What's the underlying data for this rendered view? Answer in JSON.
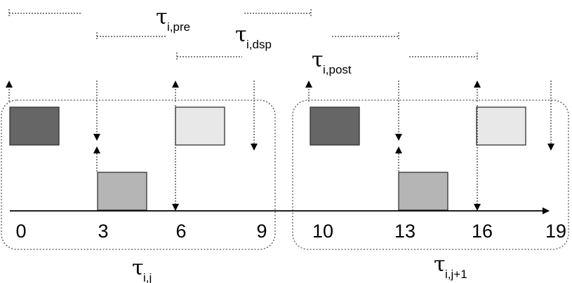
{
  "timeline": {
    "ticks": [
      "0",
      "3",
      "6",
      "9",
      "10",
      "13",
      "16",
      "19"
    ]
  },
  "labels": {
    "tau_pre": {
      "symbol": "τ",
      "sub": "i,pre"
    },
    "tau_dsp": {
      "symbol": "τ",
      "sub": "i,dsp"
    },
    "tau_post": {
      "symbol": "τ",
      "sub": "i,post"
    },
    "tau_ij": {
      "symbol": "τ",
      "sub": "i,j"
    },
    "tau_ij1": {
      "symbol": "τ",
      "sub": "i,j+1"
    }
  },
  "colors": {
    "pre_task": "#666666",
    "dsp_task": "#b5b5b5",
    "post_task": "#e8e8e8",
    "axis": "#000000"
  }
}
